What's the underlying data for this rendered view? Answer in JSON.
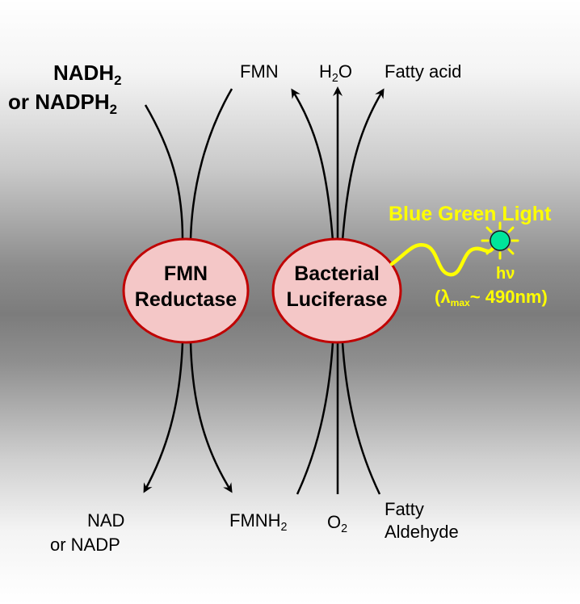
{
  "inputs": {
    "nadh_main": "NADH",
    "nadh_sub": "2",
    "nadph_main": "or NADPH",
    "nadph_sub": "2"
  },
  "top_outputs": {
    "fmn": "FMN",
    "water_h": "H",
    "water_sub": "2",
    "water_o": "O",
    "fatty_acid": "Fatty acid"
  },
  "enzymes": {
    "fmn_reductase_line1": "FMN",
    "fmn_reductase_line2": "Reductase",
    "luciferase_line1": "Bacterial",
    "luciferase_line2": "Luciferase"
  },
  "light": {
    "title": "Blue Green Light",
    "hv": "hν",
    "lambda_open": "(λ",
    "lambda_sub": "max",
    "lambda_value": "~ 490nm)"
  },
  "bottom": {
    "nad": "NAD",
    "nadp": "or NADP",
    "fmnh_main": "FMNH",
    "fmnh_sub": "2",
    "o2_main": "O",
    "o2_sub": "2",
    "fatty_line1": "Fatty",
    "fatty_line2": "Aldehyde"
  },
  "colors": {
    "ellipse_fill": "#f4c7c7",
    "ellipse_stroke": "#c00000",
    "light_wave": "#ffff00",
    "photon": "#00e59a"
  }
}
